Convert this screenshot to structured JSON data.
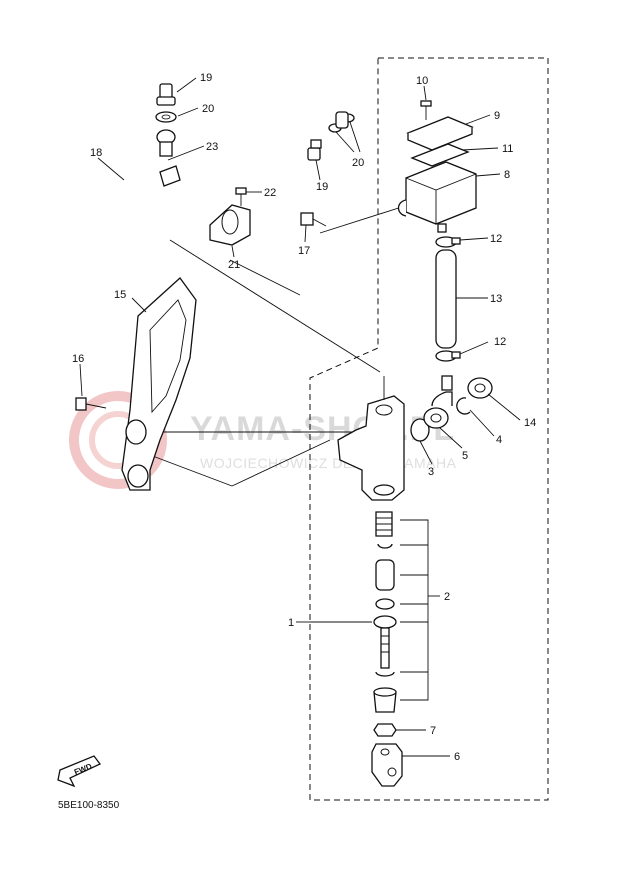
{
  "diagram_code": "5BE100-8350",
  "fwd_label": "FWD",
  "watermark": {
    "main": "YAMA-SHOP.PL",
    "sub": "WOJCIECHOWICZ DEALER YAMAHA"
  },
  "callouts": {
    "c1": "1",
    "c2": "2",
    "c3": "3",
    "c4": "4",
    "c5": "5",
    "c6": "6",
    "c7": "7",
    "c8": "8",
    "c9": "9",
    "c10": "10",
    "c11": "11",
    "c12a": "12",
    "c12b": "12",
    "c13": "13",
    "c14": "14",
    "c15": "15",
    "c16": "16",
    "c17": "17",
    "c18": "18",
    "c19a": "19",
    "c19b": "19",
    "c20a": "20",
    "c20b": "20",
    "c21": "21",
    "c22": "22",
    "c23": "23"
  }
}
